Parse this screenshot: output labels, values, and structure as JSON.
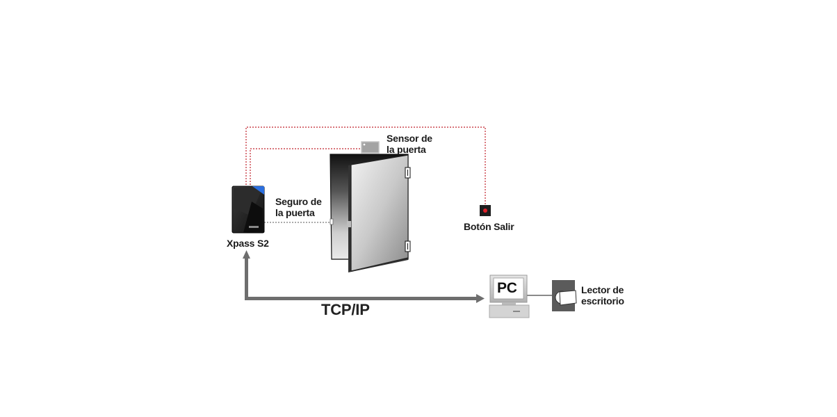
{
  "labels": {
    "door_sensor_line1": "Sensor de",
    "door_sensor_line2": "la puerta",
    "door_lock_line1": "Seguro de",
    "door_lock_line2": "la puerta",
    "reader": "Xpass S2",
    "exit_button": "Botón Salir",
    "network": "TCP/IP",
    "pc": "PC",
    "desktop_reader_line1": "Lector de",
    "desktop_reader_line2": "escritorio"
  },
  "colors": {
    "wire_red": "#c0202a",
    "arrow_gray": "#6e6e6e",
    "device_black": "#1e1e1e",
    "accent_blue": "#2b6fe0",
    "button_red": "#e0202a"
  }
}
